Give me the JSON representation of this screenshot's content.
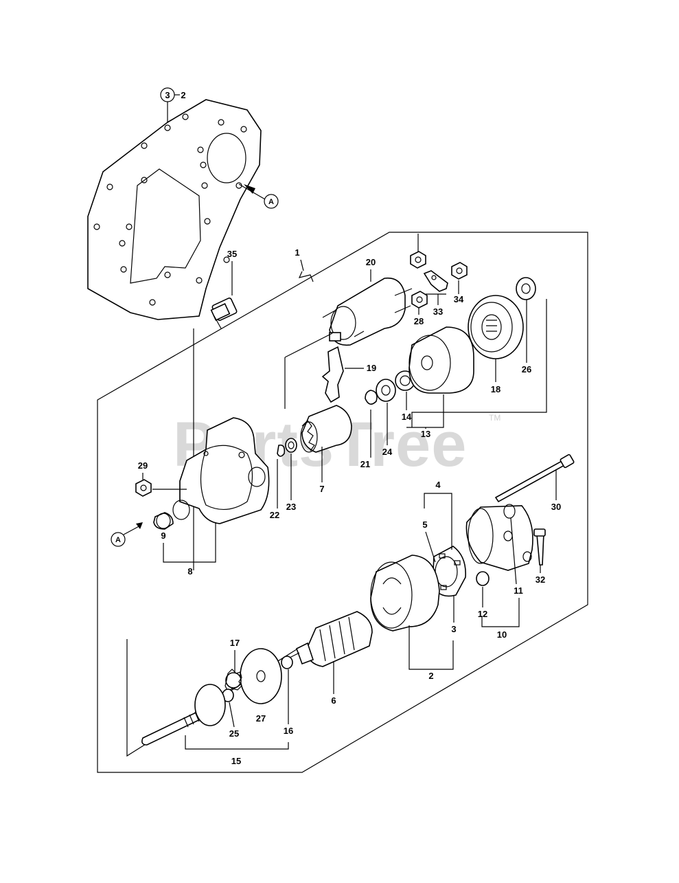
{
  "watermark": {
    "text": "PartsTree",
    "tm": "TM"
  },
  "reference_markers": {
    "top": "A",
    "bottom": "A"
  },
  "callouts": {
    "c1": "1",
    "c2": "2",
    "c2b": "2",
    "c3": "3",
    "c3b": "3",
    "c4": "4",
    "c5": "5",
    "c6": "6",
    "c7": "7",
    "c8": "8",
    "c9": "9",
    "c10": "10",
    "c11": "11",
    "c12": "12",
    "c13": "13",
    "c14": "14",
    "c15": "15",
    "c16": "16",
    "c17": "17",
    "c18": "18",
    "c19": "19",
    "c20": "20",
    "c21": "21",
    "c22": "22",
    "c23": "23",
    "c24": "24",
    "c25": "25",
    "c26": "26",
    "c27": "27",
    "c28": "28",
    "c29": "29",
    "c30": "30",
    "c32": "32",
    "c33": "33",
    "c34": "34",
    "c35": "35"
  }
}
